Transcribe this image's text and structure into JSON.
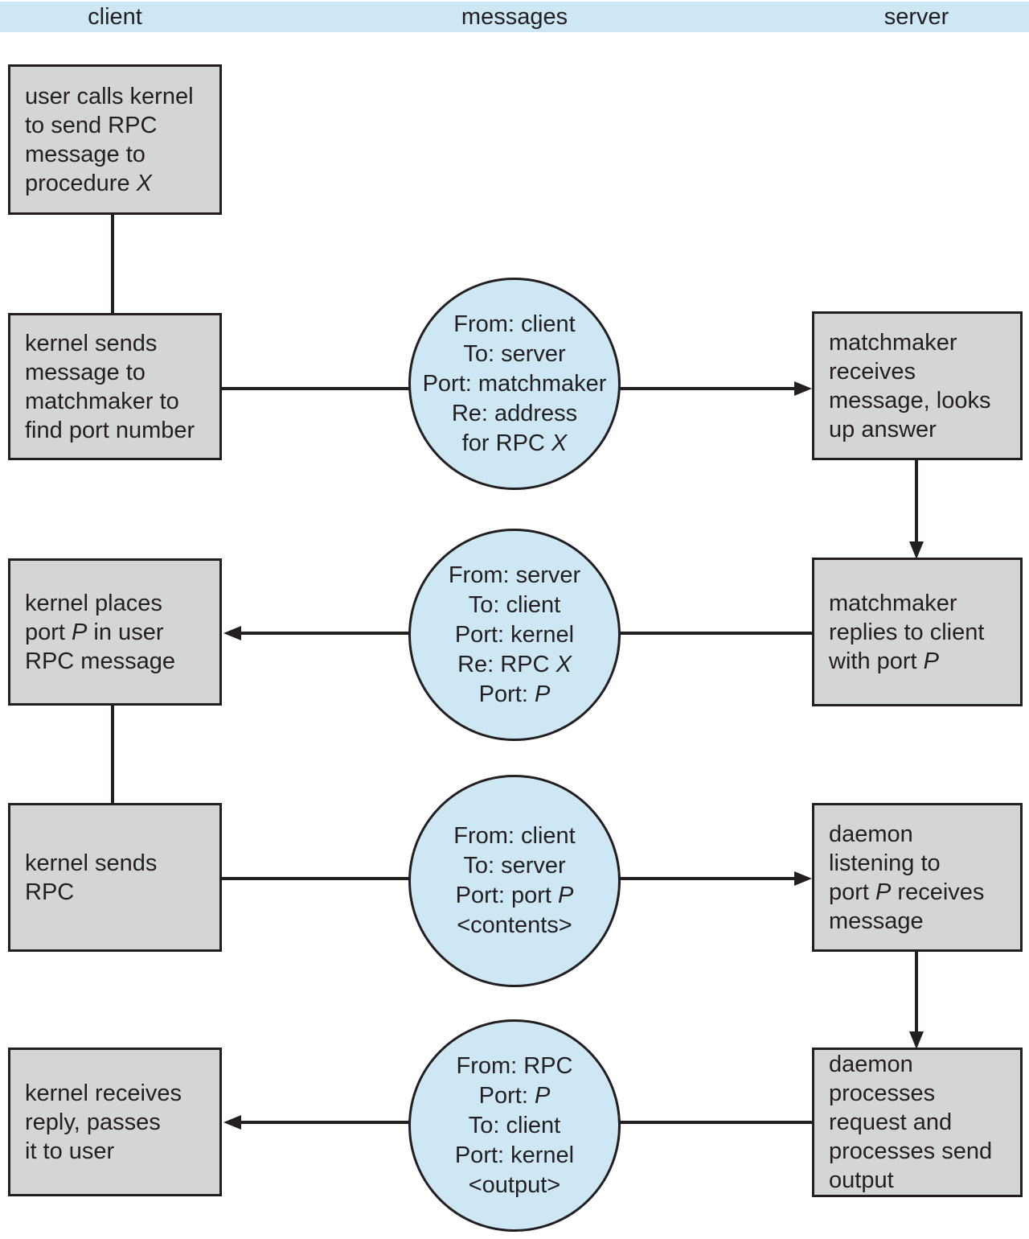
{
  "header": {
    "columns": [
      {
        "label": "client"
      },
      {
        "label": "messages"
      },
      {
        "label": "server"
      }
    ]
  },
  "client_boxes": [
    {
      "lines": [
        "user calls kernel",
        "to send RPC",
        "message to",
        "procedure *X*"
      ]
    },
    {
      "lines": [
        "kernel sends",
        "message to",
        "matchmaker to",
        "find port number"
      ]
    },
    {
      "lines": [
        "kernel places",
        "port *P* in user",
        "RPC message"
      ]
    },
    {
      "lines": [
        "kernel sends",
        "RPC"
      ]
    },
    {
      "lines": [
        "kernel receives",
        "reply, passes",
        "it to user"
      ]
    }
  ],
  "server_boxes": [
    {
      "lines": [
        "matchmaker",
        "receives",
        "message, looks",
        "up answer"
      ]
    },
    {
      "lines": [
        "matchmaker",
        "replies to client",
        "with port *P*"
      ]
    },
    {
      "lines": [
        "daemon",
        "listening to",
        "port *P* receives",
        "message"
      ]
    },
    {
      "lines": [
        "daemon",
        "processes",
        "request and",
        "processes send",
        "output"
      ]
    }
  ],
  "message_circles": [
    {
      "lines": [
        "From: client",
        "To: server",
        "Port: matchmaker",
        "Re: address",
        "for RPC *X*"
      ]
    },
    {
      "lines": [
        "From: server",
        "To: client",
        "Port: kernel",
        "Re: RPC *X*",
        "Port: *P*"
      ]
    },
    {
      "lines": [
        "From: client",
        "To: server",
        "Port: port *P*",
        "<contents>"
      ]
    },
    {
      "lines": [
        "From: RPC",
        "Port: *P*",
        "To: client",
        "Port: kernel",
        "<output>"
      ]
    }
  ],
  "colors": {
    "header_bg": "#cde7f5",
    "circle_bg": "#cde7f5",
    "box_bg": "#d4d5d7",
    "border": "#231f20",
    "line": "#231f20",
    "text": "#231f20"
  }
}
